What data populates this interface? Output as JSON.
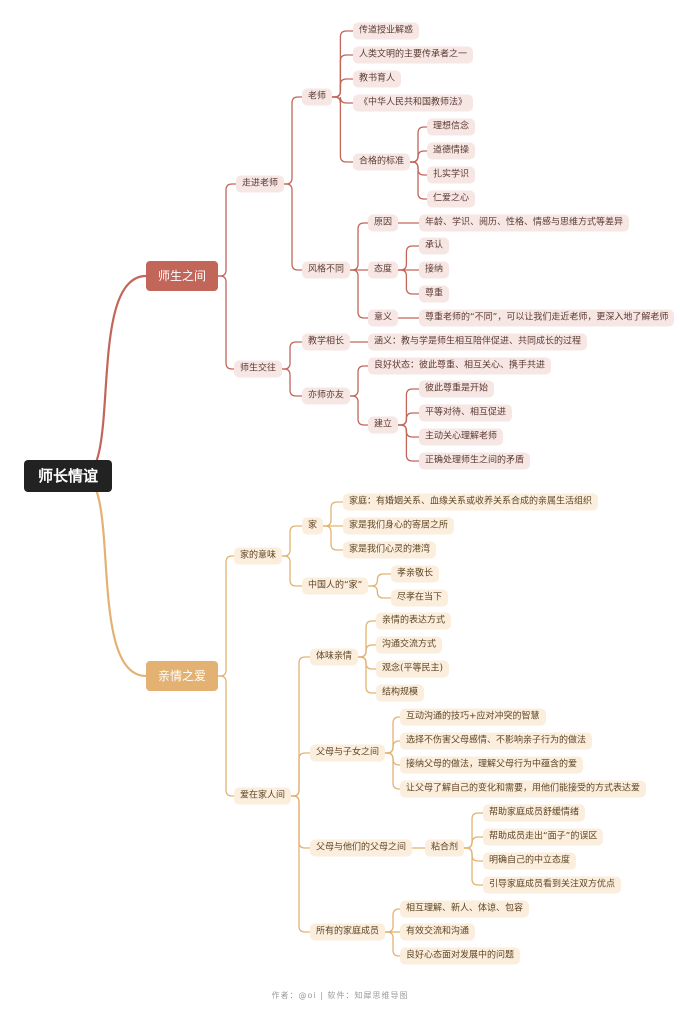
{
  "colors": {
    "branch_red": "#c2665a",
    "branch_orange": "#e3b272",
    "root_bg": "#222222"
  },
  "map": {
    "root": "师长情谊",
    "branches": [
      {
        "label": "师生之间",
        "theme": "red",
        "children": [
          {
            "label": "走进老师",
            "children": [
              {
                "label": "老师",
                "children": [
                  {
                    "label": "传道授业解惑"
                  },
                  {
                    "label": "人类文明的主要传承者之一"
                  },
                  {
                    "label": "教书育人"
                  },
                  {
                    "label": "《中华人民共和国教师法》"
                  },
                  {
                    "label": "合格的标准",
                    "children": [
                      {
                        "label": "理想信念"
                      },
                      {
                        "label": "道德情操"
                      },
                      {
                        "label": "扎实学识"
                      },
                      {
                        "label": "仁爱之心"
                      }
                    ]
                  }
                ]
              },
              {
                "label": "风格不同",
                "children": [
                  {
                    "label": "原因",
                    "children": [
                      {
                        "label": "年龄、学识、阅历、性格、情感与思维方式等差异"
                      }
                    ]
                  },
                  {
                    "label": "态度",
                    "children": [
                      {
                        "label": "承认"
                      },
                      {
                        "label": "接纳"
                      },
                      {
                        "label": "尊重"
                      }
                    ]
                  },
                  {
                    "label": "意义",
                    "children": [
                      {
                        "label": "尊重老师的“不同”，可以让我们走近老师，更深入地了解老师"
                      }
                    ]
                  }
                ]
              }
            ]
          },
          {
            "label": "师生交往",
            "children": [
              {
                "label": "教学相长",
                "children": [
                  {
                    "label": "涵义：教与学是师生相互陪伴促进、共同成长的过程"
                  }
                ]
              },
              {
                "label": "亦师亦友",
                "children": [
                  {
                    "label": "良好状态：彼此尊重、相互关心、携手共进"
                  },
                  {
                    "label": "建立",
                    "children": [
                      {
                        "label": "彼此尊重是开始"
                      },
                      {
                        "label": "平等对待、相互促进"
                      },
                      {
                        "label": "主动关心理解老师"
                      },
                      {
                        "label": "正确处理师生之间的矛盾"
                      }
                    ]
                  }
                ]
              }
            ]
          }
        ]
      },
      {
        "label": "亲情之爱",
        "theme": "orange",
        "children": [
          {
            "label": "家的意味",
            "children": [
              {
                "label": "家",
                "children": [
                  {
                    "label": "家庭：有婚姻关系、血缘关系或收养关系合成的亲属生活组织"
                  },
                  {
                    "label": "家是我们身心的寄居之所"
                  },
                  {
                    "label": "家是我们心灵的港湾"
                  }
                ]
              },
              {
                "label": "中国人的“家”",
                "children": [
                  {
                    "label": "孝亲敬长"
                  },
                  {
                    "label": "尽孝在当下"
                  }
                ]
              }
            ]
          },
          {
            "label": "爱在家人间",
            "children": [
              {
                "label": "体味亲情",
                "children": [
                  {
                    "label": "亲情的表达方式"
                  },
                  {
                    "label": "沟通交流方式"
                  },
                  {
                    "label": "观念(平等民主)"
                  },
                  {
                    "label": "结构规模"
                  }
                ]
              },
              {
                "label": "父母与子女之间",
                "children": [
                  {
                    "label": "互动沟通的技巧+应对冲突的智慧"
                  },
                  {
                    "label": "选择不伤害父母感情、不影响亲子行为的做法"
                  },
                  {
                    "label": "接纳父母的做法，理解父母行为中蕴含的爱"
                  },
                  {
                    "label": "让父母了解自己的变化和需要，用他们能接受的方式表达爱"
                  }
                ]
              },
              {
                "label": "父母与他们的父母之间",
                "children": [
                  {
                    "label": "粘合剂",
                    "children": [
                      {
                        "label": "帮助家庭成员舒缓情绪"
                      },
                      {
                        "label": "帮助成员走出“面子”的误区"
                      },
                      {
                        "label": "明确自己的中立态度"
                      },
                      {
                        "label": "引导家庭成员看到关注双方优点"
                      }
                    ]
                  }
                ]
              },
              {
                "label": "所有的家庭成员",
                "children": [
                  {
                    "label": "相互理解、新人、体谅、包容"
                  },
                  {
                    "label": "有效交流和沟通"
                  },
                  {
                    "label": "良好心态面对发展中的问题"
                  }
                ]
              }
            ]
          }
        ]
      }
    ]
  },
  "footer": "作者：@oi | 软件：知犀思维导图"
}
